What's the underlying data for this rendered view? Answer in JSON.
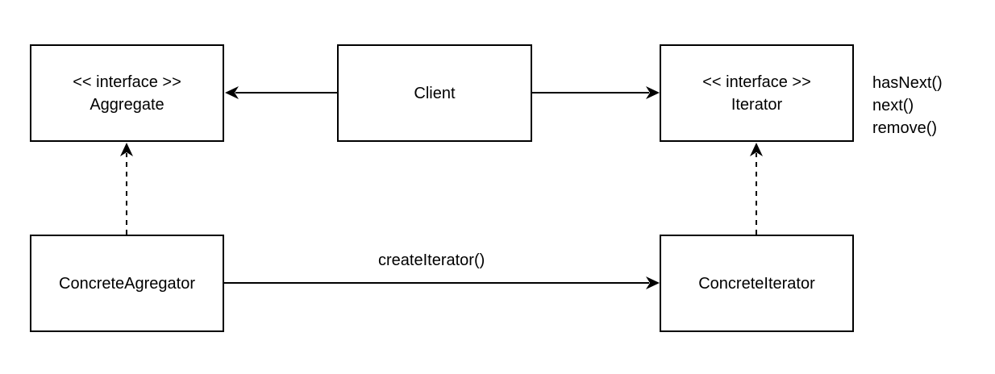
{
  "diagram": {
    "aggregate": {
      "stereotype": "<< interface >>",
      "name": "Aggregate"
    },
    "client": {
      "name": "Client"
    },
    "iterator": {
      "stereotype": "<< interface >>",
      "name": "Iterator",
      "methods": [
        "hasNext()",
        "next()",
        "remove()"
      ]
    },
    "concrete_aggregator": {
      "name": "ConcreteAgregator"
    },
    "concrete_iterator": {
      "name": "ConcreteIterator"
    },
    "edges": {
      "create_iterator_label": "createIterator()"
    }
  }
}
